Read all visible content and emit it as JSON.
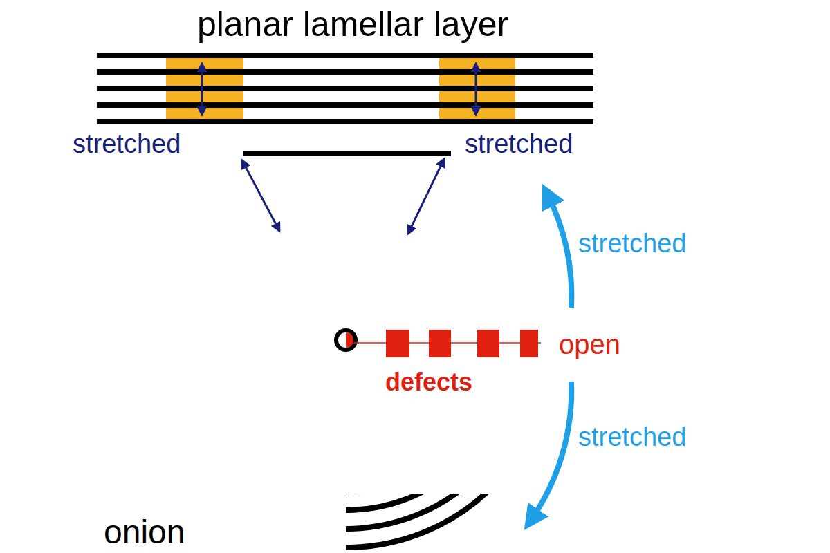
{
  "diagram": {
    "labels": [
      "planar lamellar layer",
      "stretched",
      "stretched",
      "stretched",
      "stretched",
      "open",
      "defects",
      "onion"
    ]
  }
}
